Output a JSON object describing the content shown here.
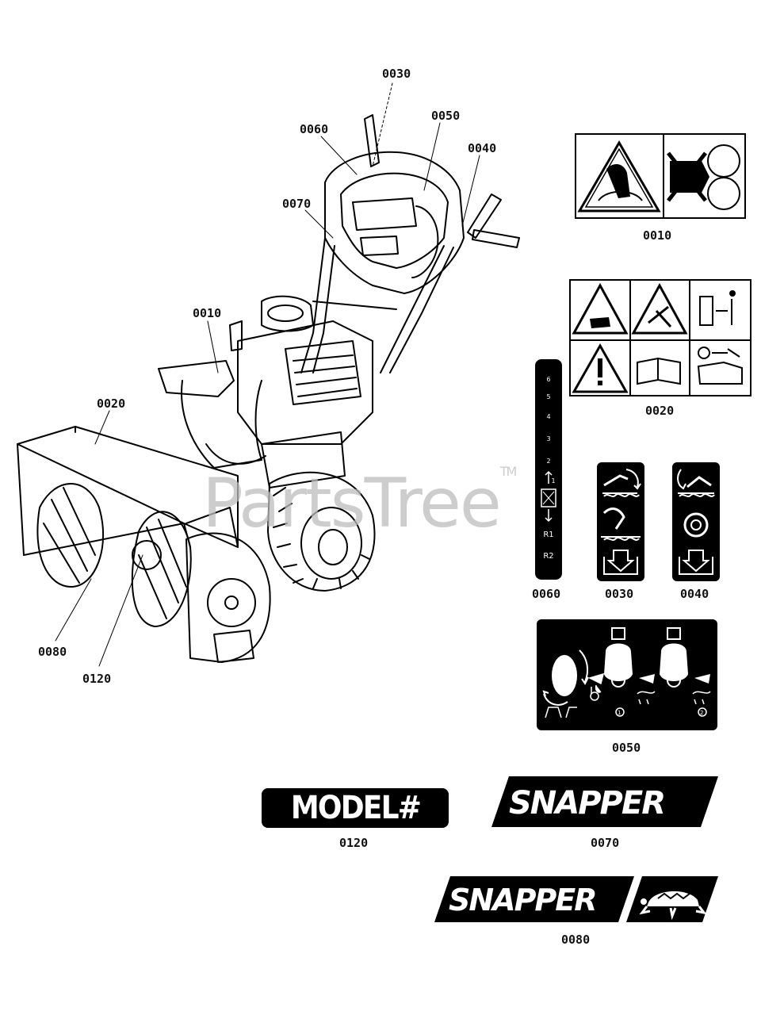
{
  "callouts": {
    "c0030": "0030",
    "c0050": "0050",
    "c0060": "0060",
    "c0040": "0040",
    "c0070": "0070",
    "c0010": "0010",
    "c0020": "0020",
    "c0080": "0080",
    "c0120": "0120"
  },
  "decal_labels": {
    "d0010": "0010",
    "d0020": "0020",
    "d0060": "0060",
    "d0030": "0030",
    "d0040": "0040",
    "d0050": "0050",
    "d0120": "0120",
    "d0070": "0070",
    "d0080": "0080"
  },
  "speed_strip": [
    "6",
    "5",
    "4",
    "3",
    "2",
    "1",
    "R1",
    "R2"
  ],
  "model_decal_text": "MODEL#",
  "brand_text": "SNAPPER",
  "watermark": {
    "text": "PartsTree",
    "mark": "TM"
  },
  "colors": {
    "ink": "#000000",
    "paper": "#ffffff",
    "watermark": "#bdbdbd"
  }
}
